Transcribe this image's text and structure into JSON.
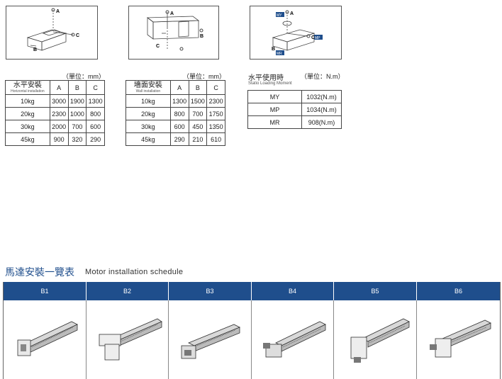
{
  "diagram_labels": {
    "d1": {
      "a": "A",
      "b": "B",
      "c": "C"
    },
    "d2": {
      "a": "A",
      "b": "B",
      "c": "C"
    },
    "d3": {
      "a": "A",
      "b": "B",
      "c": "C",
      "my": "MY",
      "mp": "MP",
      "mr": "MR"
    }
  },
  "horizontal": {
    "unit": "（單位：mm）",
    "title_zh": "水平安裝",
    "title_en": "Horizontal installation",
    "cols": [
      "A",
      "B",
      "C"
    ],
    "rows": [
      {
        "load": "10kg",
        "a": "3000",
        "b": "1900",
        "c": "1300"
      },
      {
        "load": "20kg",
        "a": "2300",
        "b": "1000",
        "c": "800"
      },
      {
        "load": "30kg",
        "a": "2000",
        "b": "700",
        "c": "600"
      },
      {
        "load": "45kg",
        "a": "900",
        "b": "320",
        "c": "290"
      }
    ]
  },
  "wall": {
    "unit": "（單位：mm）",
    "title_zh": "墻面安裝",
    "title_en": "Wall installation",
    "cols": [
      "A",
      "B",
      "C"
    ],
    "rows": [
      {
        "load": "10kg",
        "a": "1300",
        "b": "1500",
        "c": "2300"
      },
      {
        "load": "20kg",
        "a": "800",
        "b": "700",
        "c": "1750"
      },
      {
        "load": "30kg",
        "a": "600",
        "b": "450",
        "c": "1350"
      },
      {
        "load": "45kg",
        "a": "290",
        "b": "210",
        "c": "610"
      }
    ]
  },
  "moment": {
    "title_zh": "水平使用時",
    "unit": "（單位：N.m）",
    "title_en": "Statio Loading Moment",
    "rows": [
      {
        "name": "MY",
        "value": "1032(N.m)"
      },
      {
        "name": "MP",
        "value": "1034(N.m)"
      },
      {
        "name": "MR",
        "value": "908(N.m)"
      }
    ]
  },
  "motor": {
    "title_zh": "馬達安裝一覽表",
    "title_en": "Motor installation schedule",
    "columns": [
      "B1",
      "B2",
      "B3",
      "B4",
      "B5",
      "B6"
    ]
  },
  "colors": {
    "accent": "#1f4e8c"
  }
}
